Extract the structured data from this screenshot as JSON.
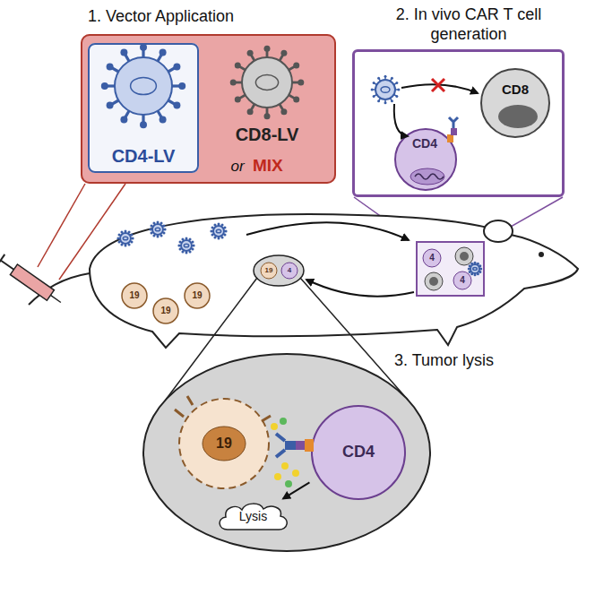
{
  "diagram": {
    "nodes": [
      {
        "text": [
          "1. Vector Application",
          "or",
          "MIX"
        ]
      },
      {
        "text": [
          "CD4-LV"
        ],
        "in": 0
      },
      {
        "text": [
          "CD8-LV"
        ],
        "in": 0
      },
      {
        "text": [
          "2. In vivo CAR T cell generation"
        ]
      },
      {
        "text": [
          "CD8"
        ],
        "in": 3
      },
      {
        "text": [
          "CD4"
        ],
        "in": 3
      },
      {
        "text": [
          "19"
        ]
      },
      {
        "text": [
          "CD4"
        ]
      },
      {
        "text": [
          "Lysis"
        ]
      }
    ],
    "edges": [
      {
        "from": 7,
        "to": 8,
        "arrow": "to"
      }
    ],
    "labels": [
      "3. Tumor lysis",
      "19",
      "19",
      "19",
      "19",
      "4",
      "4",
      "4"
    ]
  }
}
